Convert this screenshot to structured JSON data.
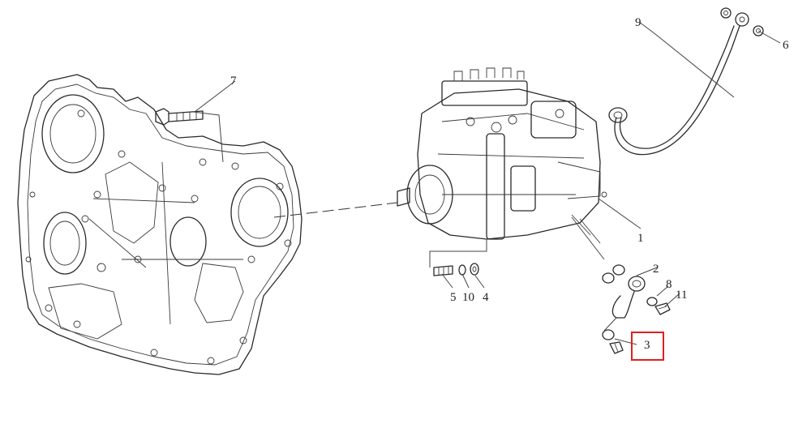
{
  "diagram": {
    "callouts": [
      {
        "id": "1",
        "label": "1"
      },
      {
        "id": "2",
        "label": "2"
      },
      {
        "id": "3",
        "label": "3",
        "highlighted": true
      },
      {
        "id": "4",
        "label": "4"
      },
      {
        "id": "5",
        "label": "5"
      },
      {
        "id": "6",
        "label": "6"
      },
      {
        "id": "7",
        "label": "7"
      },
      {
        "id": "8",
        "label": "8"
      },
      {
        "id": "9",
        "label": "9"
      },
      {
        "id": "10",
        "label": "10"
      },
      {
        "id": "11",
        "label": "11"
      }
    ],
    "highlight_color": "#e02020",
    "line_color": "#2a2a2a"
  }
}
